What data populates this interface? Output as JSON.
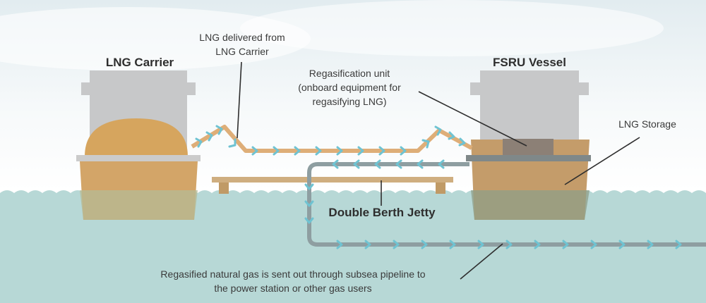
{
  "labels": {
    "lng_carrier": "LNG Carrier",
    "fsru_vessel": "FSRU Vessel",
    "lng_delivered": [
      "LNG delivered from",
      "LNG Carrier"
    ],
    "regas_unit": [
      "Regasification unit",
      "(onboard equipment for",
      "regasifying LNG)"
    ],
    "lng_storage": "LNG Storage",
    "jetty": "Double Berth Jetty",
    "pipeline": [
      "Regasified natural gas is sent out through subsea pipeline to",
      "the power station or other gas users"
    ]
  },
  "colors": {
    "sky_top": "#e4edf1",
    "water": "#b7d8d6",
    "hull_tan": "#d1a56b",
    "carrier_tank": "#d6a55e",
    "superstructure": "#c7c8c9",
    "deck": "#c9c9c9",
    "fsru_deck": "#7f8889",
    "regas_box": "#8c8076",
    "lng_line": "#deae78",
    "gas_line": "#8e9ea1",
    "chevron": "#6fc3d2",
    "jetty": "#cfae80",
    "text": "#3a3a3a"
  }
}
